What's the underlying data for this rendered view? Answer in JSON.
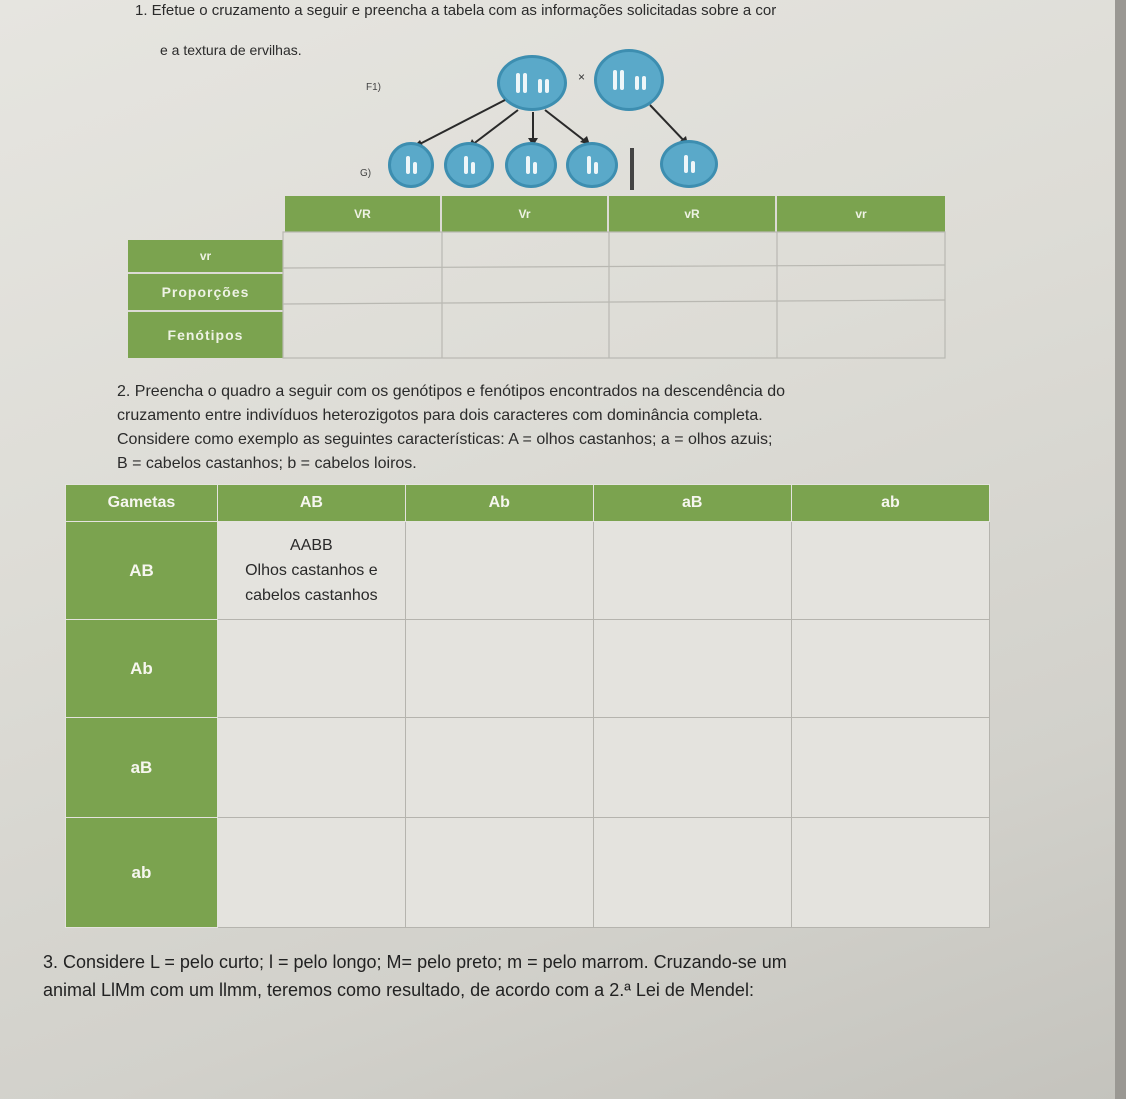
{
  "q1": {
    "line1": "1.  Efetue o cruzamento a seguir e preencha a tabela com as informações solicitadas sobre a cor",
    "line2": "e a textura de ervilhas.",
    "f1_label": "F1)",
    "g_label": "G)",
    "cross_symbol": "×",
    "table": {
      "columns": [
        "VR",
        "Vr",
        "vR",
        "vr"
      ],
      "rows": [
        "vr",
        "Proporções",
        "Fenótipos"
      ]
    }
  },
  "q2": {
    "line1": "2.  Preencha o quadro a seguir com os genótipos e fenótipos encontrados na descendência do",
    "line2": "cruzamento entre indivíduos heterozigotos para dois caracteres com dominância completa.",
    "line3": "Considere como exemplo as seguintes características: A = olhos castanhos; a = olhos azuis;",
    "line4": "B = cabelos castanhos; b = cabelos loiros.",
    "table": {
      "corner": "Gametas",
      "columns": [
        "AB",
        "Ab",
        "aB",
        "ab"
      ],
      "rows": [
        "AB",
        "Ab",
        "aB",
        "ab"
      ],
      "example_cell": {
        "genotype": "AABB",
        "phenotype_line1": "Olhos castanhos e",
        "phenotype_line2": "cabelos castanhos"
      }
    }
  },
  "q3": {
    "line1": "3.  Considere L = pelo curto; l = pelo longo; M= pelo preto; m = pelo marrom. Cruzando-se um",
    "line2": "animal LlMm com um llmm, teremos como resultado, de acordo com a 2.ª Lei de Mendel:"
  },
  "colors": {
    "green": "#7ba34f",
    "cell_blue": "#5aa9c9"
  }
}
